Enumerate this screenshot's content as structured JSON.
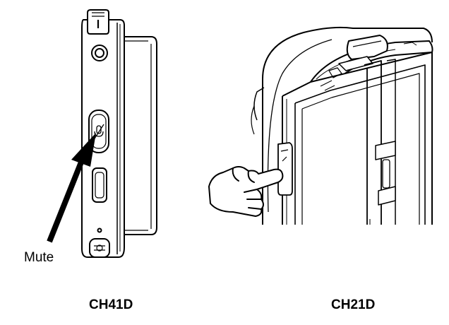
{
  "labels": {
    "mute": "Mute"
  },
  "captions": {
    "left": "CH41D",
    "right": "CH21D"
  },
  "icons": {
    "mute_button": "microphone-slash-icon",
    "pointing_hand": "pointing-hand-icon",
    "pointer_arrow": "arrow-icon"
  },
  "colors": {
    "line": "#000000",
    "background": "#ffffff"
  }
}
